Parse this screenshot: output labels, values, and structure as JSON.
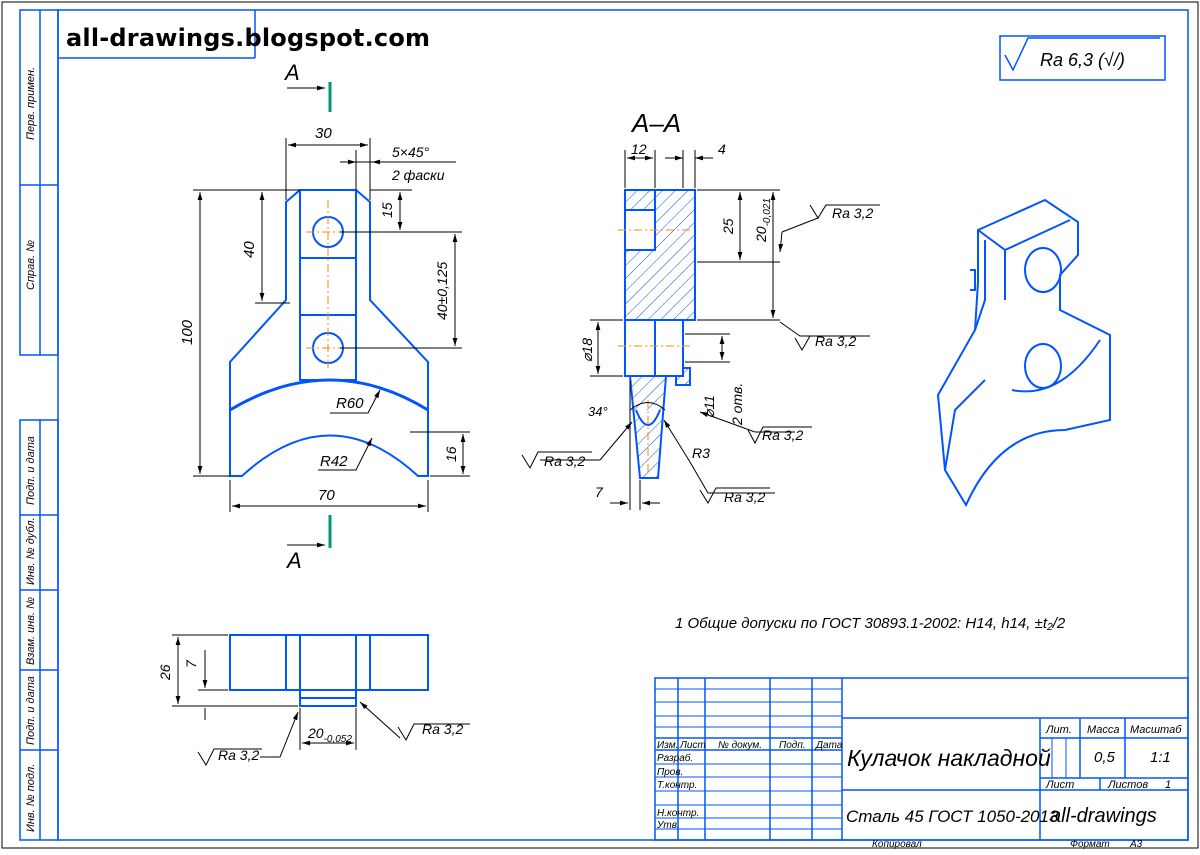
{
  "header": {
    "site": "all-drawings.blogspot.com"
  },
  "surface": {
    "symbol": "Ra 6,3 (√/)",
    "mark": "Ra 3,2"
  },
  "section": {
    "title": "A–A",
    "cut_label": "A"
  },
  "dims": {
    "d30": "30",
    "d5x45": "5×45°",
    "d2faski": "2 фаски",
    "d15": "15",
    "d40": "40",
    "d40tol": "40±0,125",
    "d100": "100",
    "dR60": "R60",
    "dR42": "R42",
    "d16": "16",
    "d70": "70",
    "d12": "12",
    "d4": "4",
    "d25": "25",
    "d20a": "20",
    "d20a_tol": "-0,021",
    "d18": "⌀18",
    "d11": "⌀11",
    "d2otv": "2 отв.",
    "d34": "34°",
    "dR3": "R3",
    "d7": "7",
    "d26": "26",
    "d7b": "7",
    "d20b": "20",
    "d20b_tol": "-0,052"
  },
  "notes": {
    "tolerance": "1 Общие допуски по ГОСТ 30893.1-2002: H14, h14, ±t₂/2"
  },
  "side_strip": {
    "labels": [
      "Перв. примен.",
      "Справ. №",
      "Подп. и дата",
      "Инв. № дубл.",
      "Взам. инв. №",
      "Подп. и дата",
      "Инв. № подл."
    ]
  },
  "title_block": {
    "col_headers": [
      "Изм.",
      "Лист",
      "№ докум.",
      "Подп.",
      "Дата"
    ],
    "roles": [
      "Разраб.",
      "Пров.",
      "Т.контр.",
      "Н.контр.",
      "Утв."
    ],
    "part_name": "Кулачок накладной",
    "material": "Сталь 45  ГОСТ 1050-2013",
    "lit_label": "Лит.",
    "mass_label": "Масса",
    "scale_label": "Масштаб",
    "mass_value": "0,5",
    "scale_value": "1:1",
    "sheet_label": "Лист",
    "sheets_label": "Листов",
    "sheets_value": "1",
    "org": "all-drawings",
    "copied": "Копировал",
    "format_label": "Формат",
    "format_value": "А3"
  },
  "colors": {
    "line": "#0055ff",
    "frame": "#0055ff",
    "axis": "#ff8800",
    "cut": "#009977",
    "text": "#000000"
  }
}
